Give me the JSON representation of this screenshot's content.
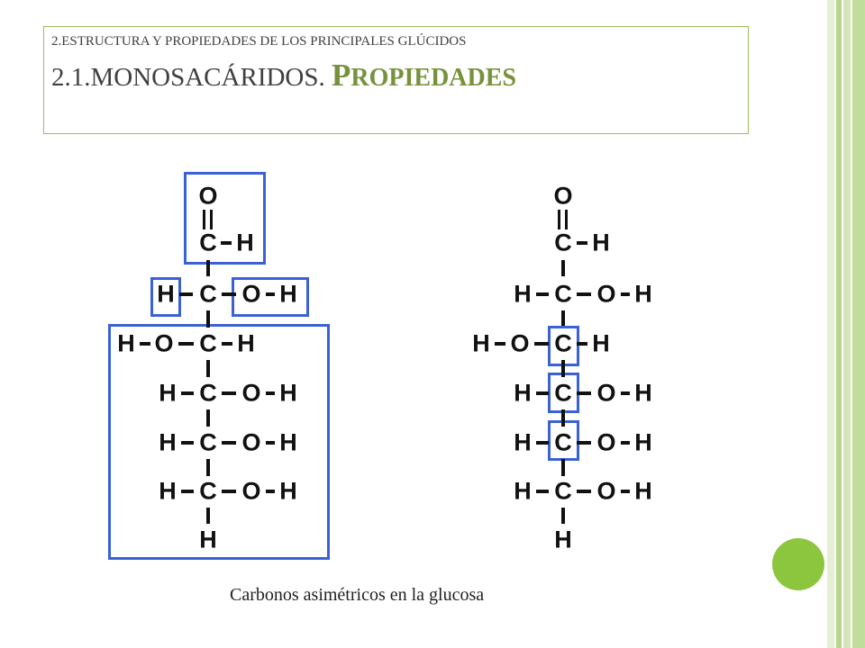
{
  "slide": {
    "heading": "2.ESTRUCTURA Y PROPIEDADES DE LOS PRINCIPALES GLÚCIDOS",
    "subheading_prefix": "2.1.MONOSACÁRIDOS. ",
    "subheading_accent_first": "P",
    "subheading_accent_rest": "ROPIEDADES",
    "caption": "Carbonos asimétricos en la glucosa"
  },
  "atoms": {
    "oxygen": "O",
    "carbon": "C",
    "hydrogen": "H"
  },
  "colors": {
    "accent_green": "#76923c",
    "border_green": "#9bbb59",
    "highlight_blue": "#3a62d6",
    "dot_green": "#8cc63f"
  }
}
